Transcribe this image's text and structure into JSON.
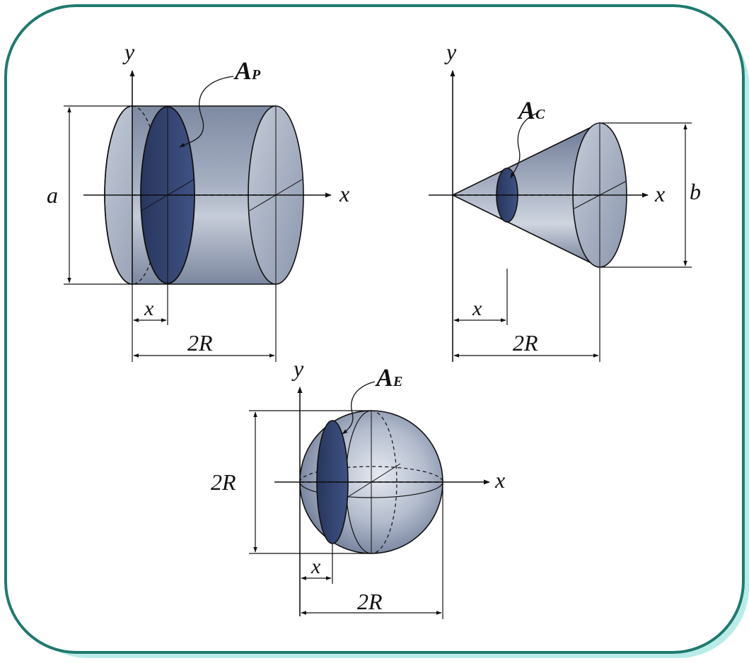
{
  "cylinder": {
    "y_axis": "y",
    "x_axis": "x",
    "height_label": "a",
    "section_label_main": "A",
    "section_label_sub": "P",
    "offset_label": "x",
    "length_label": "2R"
  },
  "cone": {
    "y_axis": "y",
    "x_axis": "x",
    "height_label": "b",
    "section_label_main": "A",
    "section_label_sub": "C",
    "offset_label": "x",
    "length_label": "2R"
  },
  "sphere": {
    "y_axis": "y",
    "x_axis": "x",
    "height_label": "2R",
    "section_label_main": "A",
    "section_label_sub": "E",
    "offset_label": "x",
    "length_label": "2R"
  },
  "colors": {
    "frame_border": "#1f7a6e",
    "frame_shadow": "#b9ece8",
    "body_light": "#c9d0dd",
    "body_dark": "#6f7d97",
    "section_fill": "#2e3f6b"
  }
}
